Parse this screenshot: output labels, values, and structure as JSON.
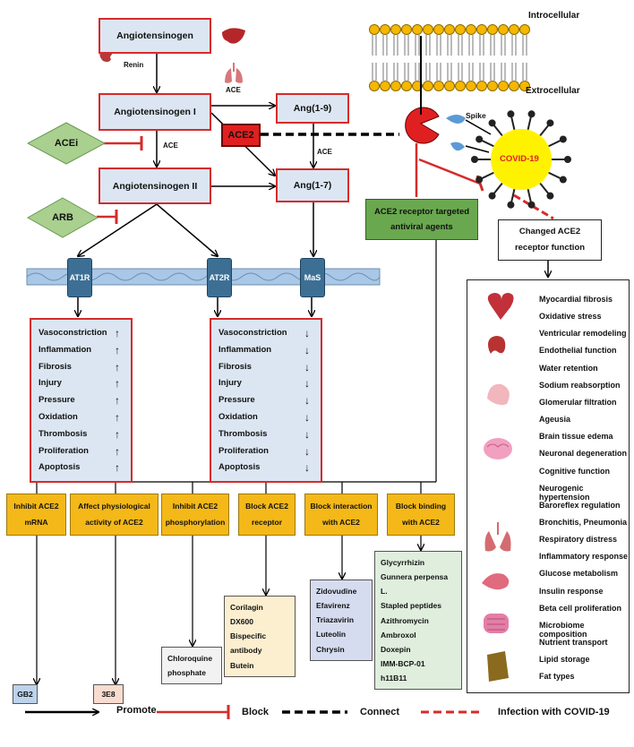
{
  "membrane": {
    "top_label": "Introcellular",
    "bottom_label": "Extrocellular"
  },
  "raas": {
    "angiotensinogen": "Angiotensinogen",
    "renin": "Renin",
    "ace_organ": "ACE",
    "ang1": "Angiotensinogen I",
    "ang2": "Angiotensinogen II",
    "ace_label_1": "ACE",
    "ace_label_2": "ACE",
    "ang19": "Ang(1-9)",
    "ang17": "Ang(1-7)",
    "ace2": "ACE2",
    "acei": "ACEi",
    "arb": "ARB"
  },
  "virus": {
    "spike": "Spike",
    "name": "COVID-19"
  },
  "agents_box": "ACE2 receptor targeted antiviral agents",
  "changed_box": "Changed ACE2 receptor function",
  "receptors": [
    "AT1R",
    "AT2R",
    "MaS"
  ],
  "left_effects": [
    {
      "name": "Vasoconstriction",
      "arrow": "↑"
    },
    {
      "name": "Inflammation",
      "arrow": "↑"
    },
    {
      "name": "Fibrosis",
      "arrow": "↑"
    },
    {
      "name": "Injury",
      "arrow": "↑"
    },
    {
      "name": "Pressure",
      "arrow": "↑"
    },
    {
      "name": "Oxidation",
      "arrow": "↑"
    },
    {
      "name": "Thrombosis",
      "arrow": "↑"
    },
    {
      "name": "Proliferation",
      "arrow": "↑"
    },
    {
      "name": "Apoptosis",
      "arrow": "↑"
    }
  ],
  "right_effects": [
    {
      "name": "Vasoconstriction",
      "arrow": "↓"
    },
    {
      "name": "Inflammation",
      "arrow": "↓"
    },
    {
      "name": "Fibrosis",
      "arrow": "↓"
    },
    {
      "name": "Injury",
      "arrow": "↓"
    },
    {
      "name": "Pressure",
      "arrow": "↓"
    },
    {
      "name": "Oxidation",
      "arrow": "↓"
    },
    {
      "name": "Thrombosis",
      "arrow": "↓"
    },
    {
      "name": "Proliferation",
      "arrow": "↓"
    },
    {
      "name": "Apoptosis",
      "arrow": "↓"
    }
  ],
  "mechanisms": [
    {
      "label": "Inhibit ACE2 mRNA",
      "drugs": [
        "GB2"
      ],
      "color": "#bcd3ec"
    },
    {
      "label": "Affect physiological activity of ACE2",
      "drugs": [
        "3E8"
      ],
      "color": "#f9dcd0"
    },
    {
      "label": "Inhibit ACE2 phosphorylation",
      "drugs": [
        "Chloroquine",
        "phosphate"
      ],
      "color": "#f2f2f2"
    },
    {
      "label": "Block ACE2 receptor",
      "drugs": [
        "Corilagin",
        "DX600",
        "Bispecific antibody",
        "Butein"
      ],
      "color": "#fbefd0"
    },
    {
      "label": "Block interaction with ACE2",
      "drugs": [
        "Zidovudine",
        "Efavirenz",
        "Triazavirin",
        "Luteolin",
        "Chrysin"
      ],
      "color": "#d6dcef"
    },
    {
      "label": "Block binding with ACE2",
      "drugs": [
        "Glycyrrhizin",
        "Gunnera perpensa L.",
        "Stapled peptides",
        "Azithromycin",
        "Ambroxol",
        "Doxepin",
        "IMM-BCP-01",
        "h11B11"
      ],
      "color": "#dfeedd"
    }
  ],
  "organ_effects": [
    "Myocardial fibrosis",
    "Oxidative stress",
    "Ventricular remodeling",
    "Endothelial function",
    "Water retention",
    "Sodium reabsorption",
    "Glomerular filtration",
    "Ageusia",
    "Brain tissue edema",
    "Neuronal degeneration",
    "Cognitive function",
    "Neurogenic hypertension",
    "Baroreflex regulation",
    "Bronchitis, Pneumonia",
    "Respiratory distress",
    "Inflammatory response",
    "Glucose metabolism",
    "Insulin response",
    "Beta cell proliferation",
    "Microbiome composition",
    "Nutrient transport",
    "Lipid storage",
    "Fat types"
  ],
  "organ_icons": [
    "heart-icon",
    "kidney-icon",
    "tongue-icon",
    "brain-icon",
    "lungs-icon",
    "pancreas-icon",
    "intestine-icon",
    "fat-tissue-icon"
  ],
  "legend": {
    "promote": "Promote",
    "block": "Block",
    "connect": "Connect",
    "infection": "Infection with COVID-19"
  },
  "colors": {
    "red": "#d62b2b",
    "box_blue": "#dce6f2",
    "green_box": "#6aa84f",
    "diamond": "#a9d08e",
    "orange": "#f4b818",
    "virus": "#fff200"
  }
}
